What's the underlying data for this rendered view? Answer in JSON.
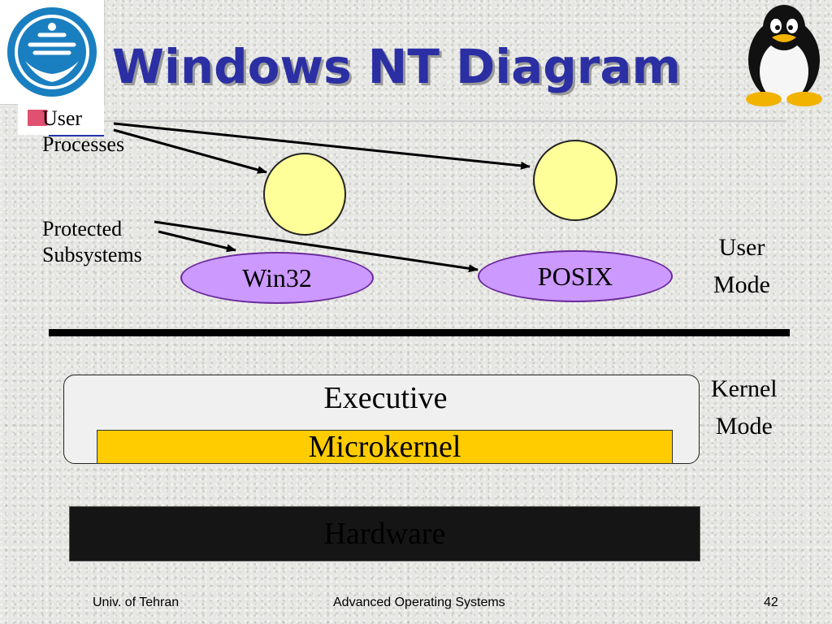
{
  "slide": {
    "title": "Windows NT Diagram"
  },
  "labels": {
    "user_processes": [
      "User",
      "Processes"
    ],
    "protected_subsystems": [
      "Protected",
      "Subsystems"
    ],
    "user_mode": [
      "User",
      "Mode"
    ],
    "kernel_mode": [
      "Kernel",
      "Mode"
    ]
  },
  "subsystems": {
    "win32": "Win32",
    "posix": "POSIX"
  },
  "layers": {
    "executive": "Executive",
    "microkernel": "Microkernel",
    "hardware": "Hardware"
  },
  "footer": {
    "left": "Univ. of Tehran",
    "center": "Advanced Operating Systems",
    "right": "42"
  },
  "colors": {
    "title": "#2b2fa3",
    "subsystem_fill": "#cc99ff",
    "process_fill": "#ffff99",
    "microkernel_fill": "#ffcc00",
    "hardware_fill": "#151515",
    "executive_fill": "#f0f0f0"
  },
  "icons": {
    "logo": "university-of-tehran-logo-icon",
    "mascot": "tux-penguin-icon"
  }
}
